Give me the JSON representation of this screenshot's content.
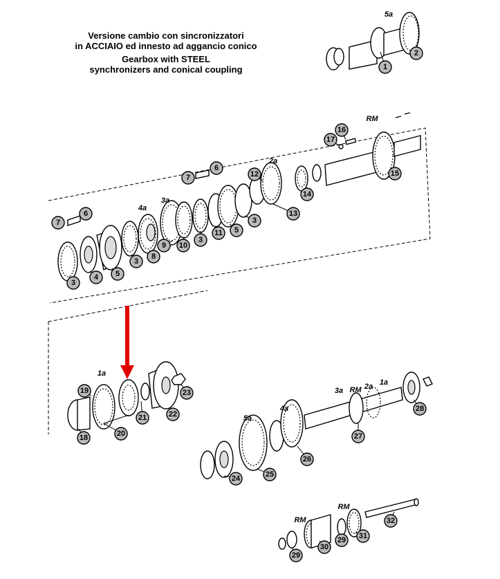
{
  "title": {
    "it_line1": "Versione cambio con sincronizzatori",
    "it_line2": "in ACCIAIO ed innesto ad aggancio conico",
    "en_line1": "Gearbox with STEEL",
    "en_line2": "synchronizers and conical coupling"
  },
  "arrow_color": "#e00000",
  "callouts": [
    {
      "id": "c1",
      "label": "1"
    },
    {
      "id": "c2",
      "label": "2"
    },
    {
      "id": "c3a",
      "label": "3"
    },
    {
      "id": "c3b",
      "label": "3"
    },
    {
      "id": "c3c",
      "label": "3"
    },
    {
      "id": "c3d",
      "label": "3"
    },
    {
      "id": "c3e",
      "label": "3"
    },
    {
      "id": "c4",
      "label": "4"
    },
    {
      "id": "c5a",
      "label": "5"
    },
    {
      "id": "c5b",
      "label": "5"
    },
    {
      "id": "c6a",
      "label": "6"
    },
    {
      "id": "c6b",
      "label": "6"
    },
    {
      "id": "c7a",
      "label": "7"
    },
    {
      "id": "c7b",
      "label": "7"
    },
    {
      "id": "c8",
      "label": "8"
    },
    {
      "id": "c9",
      "label": "9"
    },
    {
      "id": "c10",
      "label": "10"
    },
    {
      "id": "c11",
      "label": "11"
    },
    {
      "id": "c12",
      "label": "12"
    },
    {
      "id": "c13",
      "label": "13"
    },
    {
      "id": "c14",
      "label": "14"
    },
    {
      "id": "c15",
      "label": "15"
    },
    {
      "id": "c16",
      "label": "16"
    },
    {
      "id": "c17",
      "label": "17"
    },
    {
      "id": "c18",
      "label": "18"
    },
    {
      "id": "c19",
      "label": "19"
    },
    {
      "id": "c20",
      "label": "20"
    },
    {
      "id": "c21",
      "label": "21"
    },
    {
      "id": "c22",
      "label": "22"
    },
    {
      "id": "c23",
      "label": "23"
    },
    {
      "id": "c24",
      "label": "24"
    },
    {
      "id": "c25",
      "label": "25"
    },
    {
      "id": "c26",
      "label": "26"
    },
    {
      "id": "c27",
      "label": "27"
    },
    {
      "id": "c28",
      "label": "28"
    },
    {
      "id": "c29a",
      "label": "29"
    },
    {
      "id": "c29b",
      "label": "29"
    },
    {
      "id": "c30",
      "label": "30"
    },
    {
      "id": "c31",
      "label": "31"
    },
    {
      "id": "c32",
      "label": "32"
    }
  ],
  "gear_tags": [
    {
      "id": "t5a_top",
      "label": "5a"
    },
    {
      "id": "tRM_top",
      "label": "RM"
    },
    {
      "id": "t2a_top",
      "label": "2a"
    },
    {
      "id": "t3a_top",
      "label": "3a"
    },
    {
      "id": "t4a_top",
      "label": "4a"
    },
    {
      "id": "t1a_left",
      "label": "1a"
    },
    {
      "id": "t5a_mid",
      "label": "5a"
    },
    {
      "id": "t4a_mid",
      "label": "4a"
    },
    {
      "id": "t3a_mid",
      "label": "3a"
    },
    {
      "id": "tRM_mid",
      "label": "RM"
    },
    {
      "id": "t2a_mid",
      "label": "2a"
    },
    {
      "id": "t1a_mid",
      "label": "1a"
    },
    {
      "id": "tRM_bot1",
      "label": "RM"
    },
    {
      "id": "tRM_bot2",
      "label": "RM"
    }
  ]
}
